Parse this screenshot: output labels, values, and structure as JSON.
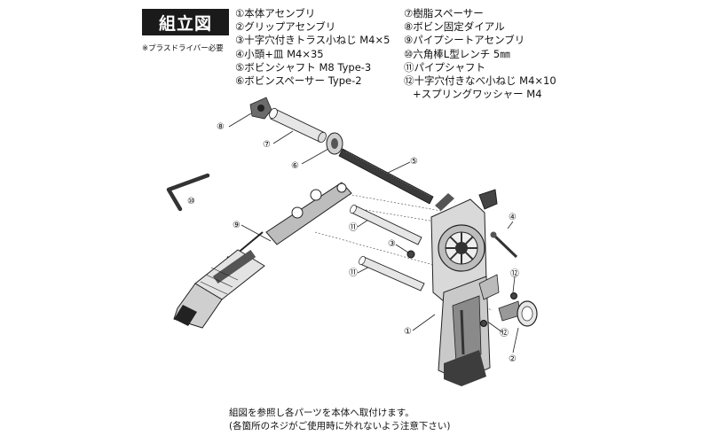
{
  "header": {
    "title": "組立図",
    "note": "※プラスドライバー必要"
  },
  "parts_list": {
    "column1": [
      "①本体アセンブリ",
      "②グリップアセンブリ",
      "③十字穴付きトラス小ねじ M4×5",
      "④小頭+皿 M4×35",
      "⑤ボビンシャフト M8 Type-3",
      "⑥ボビンスペーサー Type-2"
    ],
    "column2": [
      "⑦樹脂スペーサー",
      "⑧ボビン固定ダイアル",
      "⑨パイプシートアセンブリ",
      "⑩六角棒L型レンチ 5㎜",
      "⑪パイプシャフト",
      "⑫十字穴付きなべ小ねじ M4×10",
      "+スプリングワッシャー M4"
    ]
  },
  "callouts": {
    "c1": "①",
    "c2": "②",
    "c3": "③",
    "c4": "④",
    "c5": "⑤",
    "c6": "⑥",
    "c7": "⑦",
    "c8": "⑧",
    "c9": "⑨",
    "c10": "⑩",
    "c11a": "⑪",
    "c11b": "⑪",
    "c12a": "⑫",
    "c12b": "⑫"
  },
  "footer": {
    "line1": "組図を参照し各パーツを本体へ取付けます。",
    "line2": "(各箇所のネジがご使用時に外れないよう注意下さい)"
  }
}
